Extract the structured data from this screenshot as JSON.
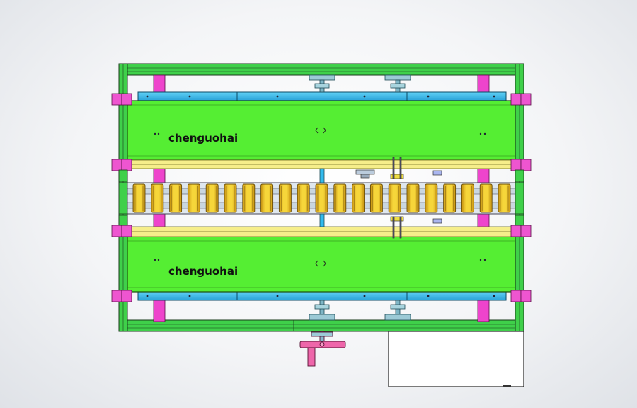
{
  "drawing": {
    "upper_belt_label": "chenguohai",
    "lower_belt_label": "chenguohai",
    "roller_count": 21,
    "colors": {
      "frame": "#3fd04a",
      "belt": "#55ee33",
      "rail": "#33bbee",
      "bracket": "#ee44cc",
      "roller": "#eecc22",
      "roller_dark": "#cc9a10",
      "shaft": "#88bbcc",
      "handwheel": "#ee66aa"
    }
  }
}
